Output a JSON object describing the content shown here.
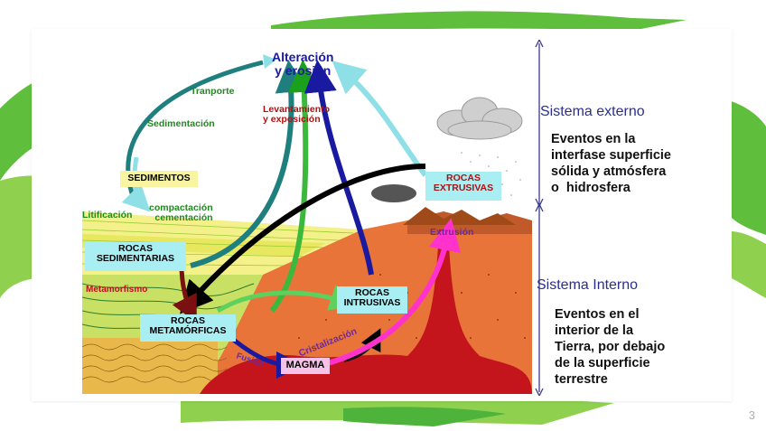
{
  "slide": {
    "page_number": "3"
  },
  "diagram": {
    "top_label": "Alteración\ny erosión",
    "transporte": "Tranporte",
    "sedimentacion": "Sedimentación",
    "sedimentos": "SEDIMENTOS",
    "litificacion": "Litificación",
    "compactacion": "compactación\ncementación",
    "levantamiento": "Levantamiento\ny exposición",
    "rocas_sedimentarias": "ROCAS\nSEDIMENTARIAS",
    "metamorfismo": "Metamorfismo",
    "rocas_metamorficas": "ROCAS\nMETAMÓRFICAS",
    "rocas_intrusivas": "ROCAS\nINTRUSIVAS",
    "rocas_extrusivas": "ROCAS\nEXTRUSIVAS",
    "extrusion": "Extrusión",
    "cristalizacion": "Cristalización",
    "fusion": "Fusión",
    "magma": "MAGMA"
  },
  "sidebar": {
    "externo_title": "Sistema externo",
    "externo_text": "Eventos en la\ninterfase superficie\nsólida y atmósfera\no  hidrosfera",
    "interno_title": "Sistema Interno",
    "interno_text": "Eventos en el\ninterior de la\nTierra, por debajo\nde la superficie\nterrestre"
  },
  "colors": {
    "accent_green": "#7cc242",
    "arrow_blue": "#3a3a8c",
    "title_blue": "#2b2f8c"
  }
}
